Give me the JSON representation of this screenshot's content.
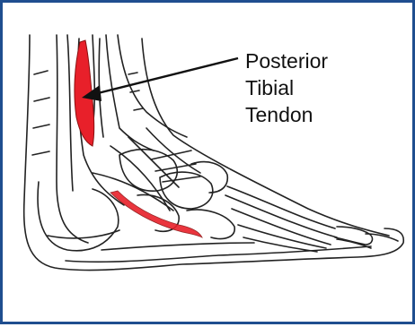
{
  "callout": {
    "line1": "Posterior",
    "line2": "Tibial",
    "line3": "Tendon"
  },
  "colors": {
    "border": "#1f4e8f",
    "tendon": "#e8202a",
    "ink": "#222222",
    "background": "#ffffff"
  },
  "icons": {
    "arrow": "arrow-pointer-icon"
  }
}
